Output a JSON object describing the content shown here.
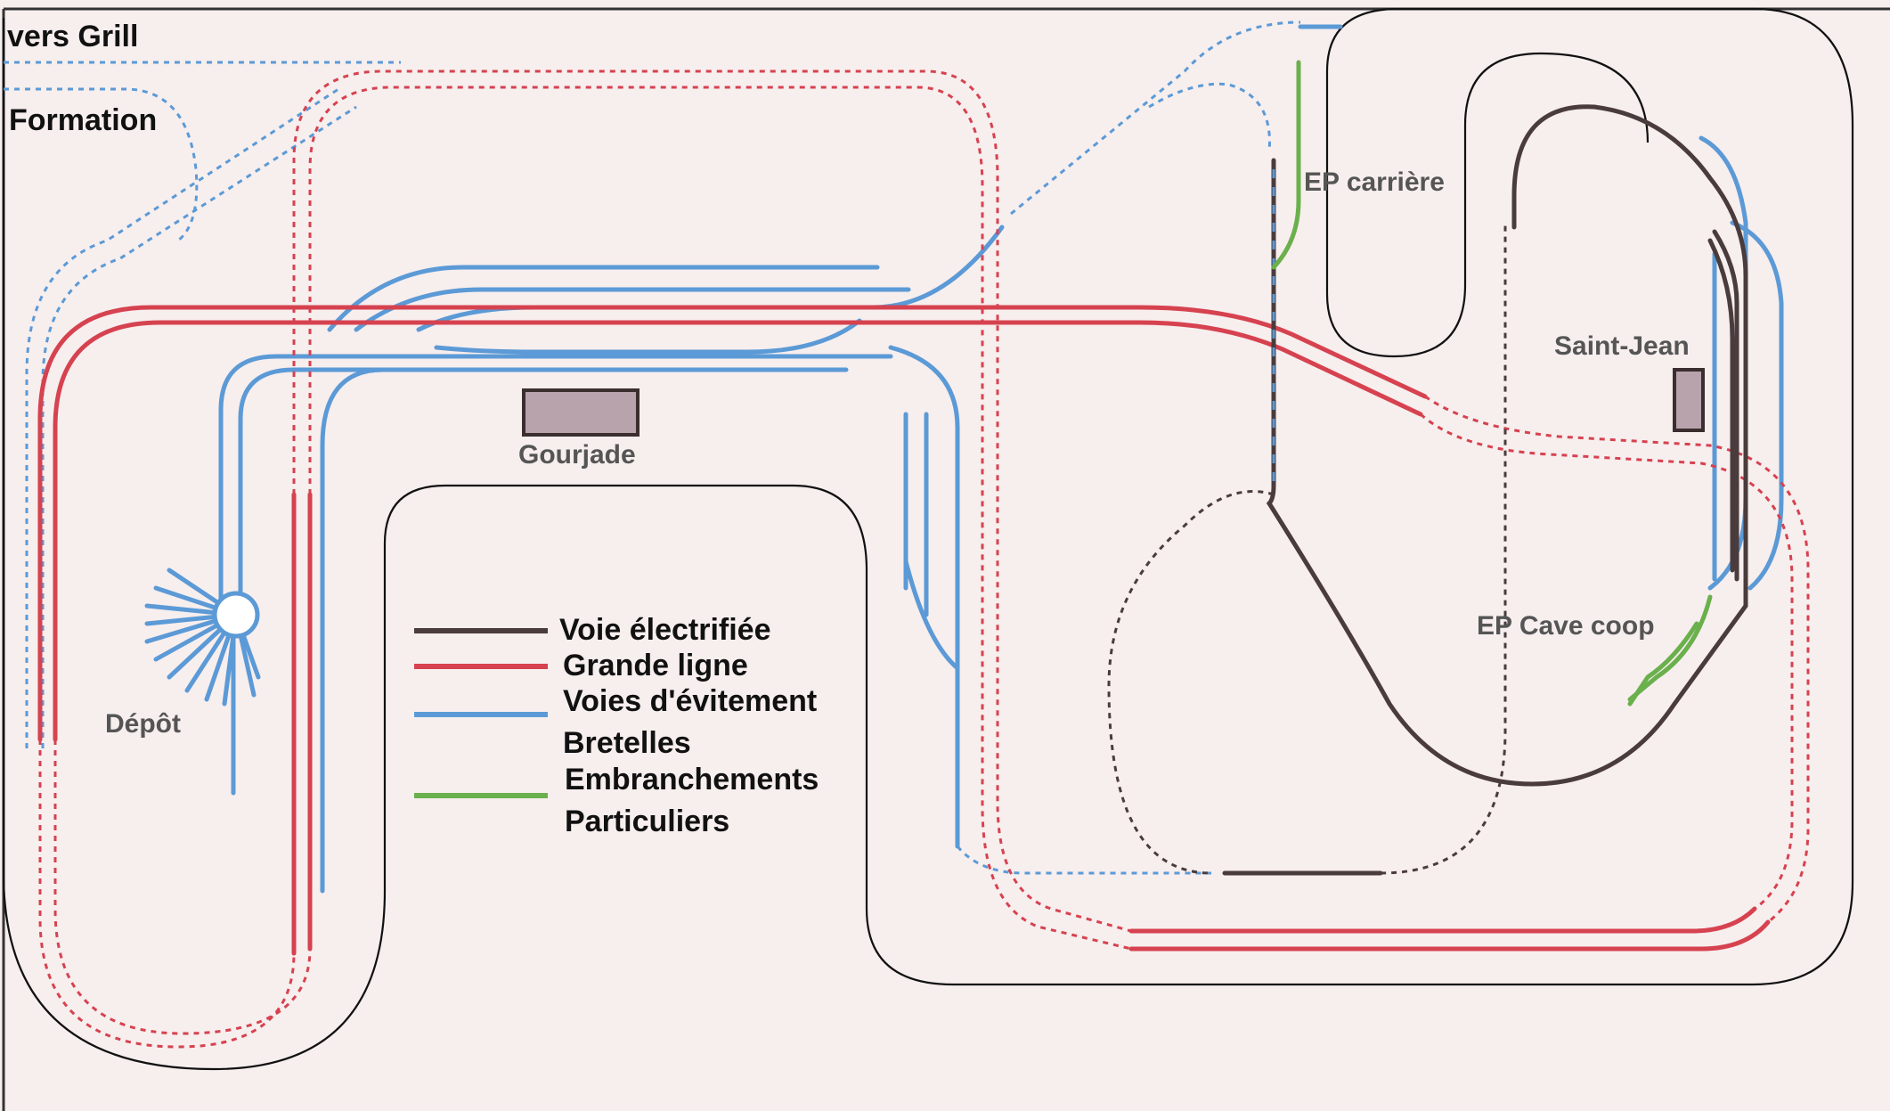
{
  "labels": {
    "vers_grill": "vers Grill",
    "formation": "Formation",
    "gourjade": "Gourjade",
    "depot": "Dépôt",
    "ep_carriere": "EP carrière",
    "saint_jean": "Saint-Jean",
    "ep_cave_coop": "EP Cave coop"
  },
  "legend": {
    "electrified": "Voie électrifiée",
    "mainline": "Grande ligne",
    "sidings": "Voies d'évitement",
    "crossovers": "Bretelles",
    "spurs_line1": "Embranchements",
    "spurs_line2": "Particuliers"
  },
  "colors": {
    "background": "#f7eeee",
    "electrified": "#4a3c3c",
    "mainline": "#d6424f",
    "sidings": "#5b9ad6",
    "spurs": "#6ab04c",
    "station": "#b8a3ad"
  }
}
